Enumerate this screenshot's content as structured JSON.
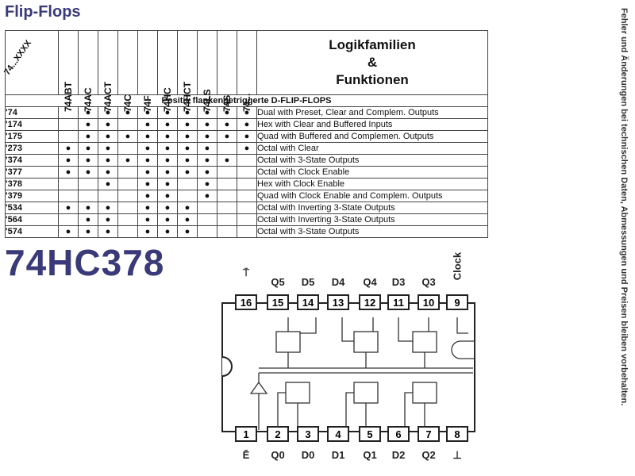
{
  "title": "Flip-Flops",
  "side_note": "Fehler und Änderungen bei technischen Daten, Abmessungen und Preisen bleiben vorbehalten.",
  "table": {
    "corner_label": "74...XXXX",
    "families": [
      "74ABT",
      "74AC",
      "74ACT",
      "74C",
      "74F",
      "74HC",
      "74HCT",
      "74LS",
      "74S",
      "74..."
    ],
    "function_header": [
      "Logikfamilien",
      "&",
      "Funktionen"
    ],
    "section": "Positiv flankengetriggerte D-FLIP-FLOPS",
    "rows": [
      {
        "code": "'74",
        "marks": [
          0,
          1,
          1,
          1,
          1,
          1,
          1,
          1,
          1,
          1
        ],
        "desc": "Dual with Preset, Clear and Complem. Outputs"
      },
      {
        "code": "'174",
        "marks": [
          0,
          1,
          1,
          0,
          1,
          1,
          1,
          1,
          1,
          1
        ],
        "desc": "Hex with Clear and Buffered Inputs"
      },
      {
        "code": "'175",
        "marks": [
          0,
          1,
          1,
          1,
          1,
          1,
          1,
          1,
          1,
          1
        ],
        "desc": "Quad with Buffered and Complemen. Outputs"
      },
      {
        "code": "'273",
        "marks": [
          1,
          1,
          1,
          0,
          1,
          1,
          1,
          1,
          0,
          1
        ],
        "desc": "Octal with Clear"
      },
      {
        "code": "'374",
        "marks": [
          1,
          1,
          1,
          1,
          1,
          1,
          1,
          1,
          1,
          0
        ],
        "desc": "Octal with 3-State Outputs"
      },
      {
        "code": "'377",
        "marks": [
          1,
          1,
          1,
          0,
          1,
          1,
          1,
          1,
          0,
          0
        ],
        "desc": "Octal with Clock Enable"
      },
      {
        "code": "'378",
        "marks": [
          0,
          0,
          1,
          0,
          1,
          1,
          0,
          1,
          0,
          0
        ],
        "desc": "Hex with Clock Enable"
      },
      {
        "code": "'379",
        "marks": [
          0,
          0,
          0,
          0,
          1,
          1,
          0,
          1,
          0,
          0
        ],
        "desc": "Quad with Clock Enable and Complem. Outputs"
      },
      {
        "code": "'534",
        "marks": [
          1,
          1,
          1,
          0,
          1,
          1,
          1,
          0,
          0,
          0
        ],
        "desc": "Octal with Inverting 3-State Outputs"
      },
      {
        "code": "'564",
        "marks": [
          0,
          1,
          1,
          0,
          1,
          1,
          1,
          0,
          0,
          0
        ],
        "desc": "Octal with Inverting 3-State Outputs"
      },
      {
        "code": "'574",
        "marks": [
          1,
          1,
          1,
          0,
          1,
          1,
          1,
          0,
          0,
          0
        ],
        "desc": "Octal with 3-State Outputs"
      }
    ],
    "mark_glyph": "●"
  },
  "part_number": "74HC378",
  "pinout": {
    "top_pins": [
      "16",
      "15",
      "14",
      "13",
      "12",
      "11",
      "10",
      "9"
    ],
    "top_labels": [
      "Q5",
      "D5",
      "D4",
      "Q4",
      "D3",
      "Q3",
      "Clock"
    ],
    "bottom_pins": [
      "1",
      "2",
      "3",
      "4",
      "5",
      "6",
      "7",
      "8"
    ],
    "bottom_labels": [
      "Ē",
      "Q0",
      "D0",
      "D1",
      "Q1",
      "D2",
      "Q2",
      "⊥"
    ],
    "vcc_symbol": "⍑"
  }
}
